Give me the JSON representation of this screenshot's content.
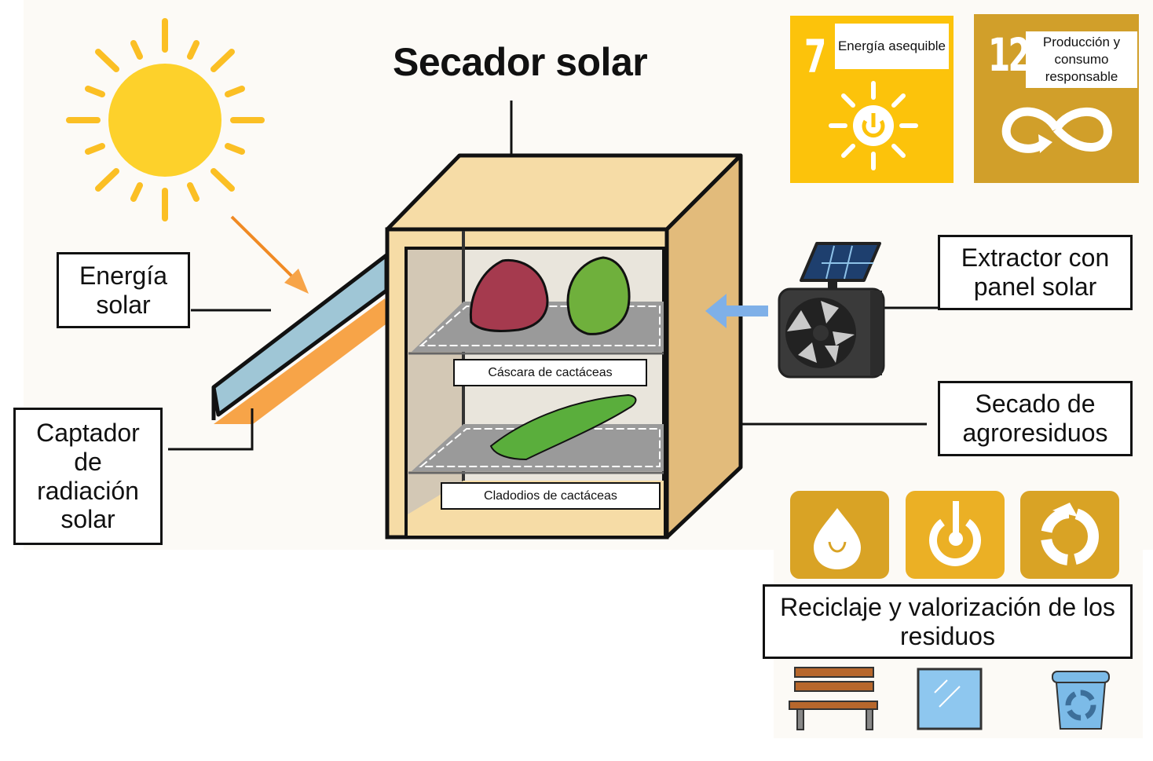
{
  "title": "Secador solar",
  "labels": {
    "solar_energy": "Energía solar",
    "collector": "Captador de radiación solar",
    "extractor": "Extractor con panel solar",
    "drying": "Secado de agroresiduos",
    "recycling": "Reciclaje y valorización de los residuos",
    "shelf_top": "Cáscara de cactáceas",
    "shelf_bottom": "Cladodios de cactáceas"
  },
  "sdg": [
    {
      "number": "7",
      "caption": "Energía asequible",
      "color": "#fcc30b",
      "icon": "sun-power-icon"
    },
    {
      "number": "12",
      "caption": "Producción y consumo responsable",
      "color": "#d19f2a",
      "icon": "infinity-icon"
    }
  ],
  "waste_icons": [
    "water-drop-icon",
    "power-cycle-icon",
    "recycle-icon"
  ],
  "product_icons": [
    "bench-icon",
    "glass-panel-icon",
    "recycle-bin-icon"
  ],
  "colors": {
    "sun": "#fdd12b",
    "sun_rays": "#fbbf24",
    "cabinet": "#f6dca6",
    "cabinet_side": "#e2bb7b",
    "collector_glass": "#9fc6d6",
    "collector_absorber": "#f7a448",
    "tile_gold": "#d9a325",
    "air_arrow": "#7fb0e8"
  }
}
